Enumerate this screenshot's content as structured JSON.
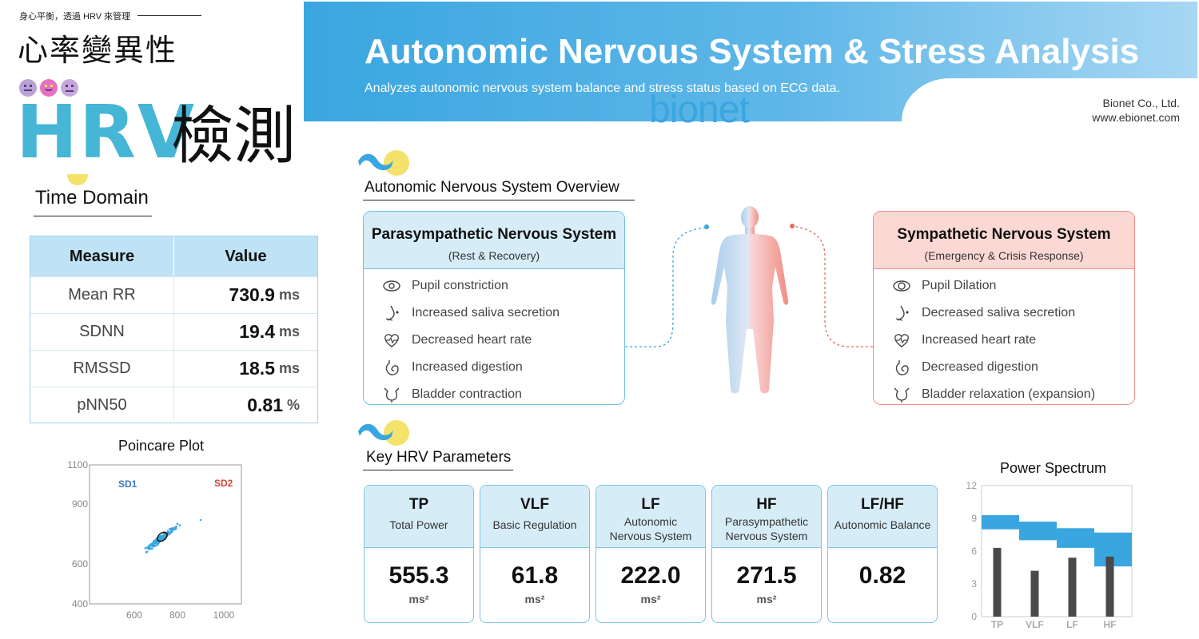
{
  "branding": {
    "kicker": "身心平衡，透過 HRV 來管理",
    "title_cjk": "心率變異性",
    "hrv_word": "HRV",
    "hrv_cjk": "檢測"
  },
  "banner": {
    "title": "Autonomic Nervous System & Stress Analysis",
    "subtitle": "Analyzes autonomic nervous system balance and stress status based on ECG data.",
    "logo_text": "bionet",
    "company": "Bionet Co., Ltd.",
    "website": "www.ebionet.com"
  },
  "time_domain": {
    "title": "Time Domain",
    "headers": [
      "Measure",
      "Value"
    ],
    "rows": [
      {
        "measure": "Mean RR",
        "value": "730.9",
        "unit": "ms"
      },
      {
        "measure": "SDNN",
        "value": "19.4",
        "unit": "ms"
      },
      {
        "measure": "RMSSD",
        "value": "18.5",
        "unit": "ms"
      },
      {
        "measure": "pNN50",
        "value": "0.81",
        "unit": "%"
      }
    ]
  },
  "poincare": {
    "title": "Poincare Plot",
    "sd1_label": "SD1",
    "sd2_label": "SD2",
    "x_ticks": [
      "600",
      "800",
      "1000"
    ],
    "y_ticks": [
      "1100",
      "900",
      "600",
      "400"
    ]
  },
  "overview": {
    "title": "Autonomic Nervous System Overview",
    "parasympathetic": {
      "title": "Parasympathetic Nervous System",
      "subtitle": "(Rest & Recovery)",
      "items": [
        {
          "icon": "eye-icon",
          "label": "Pupil constriction"
        },
        {
          "icon": "saliva-icon",
          "label": "Increased saliva secretion"
        },
        {
          "icon": "heart-icon",
          "label": "Decreased heart rate"
        },
        {
          "icon": "stomach-icon",
          "label": "Increased digestion"
        },
        {
          "icon": "bladder-icon",
          "label": "Bladder contraction"
        }
      ]
    },
    "sympathetic": {
      "title": "Sympathetic Nervous System",
      "subtitle": "(Emergency & Crisis Response)",
      "items": [
        {
          "icon": "eye-icon",
          "label": "Pupil Dilation"
        },
        {
          "icon": "saliva-icon",
          "label": "Decreased saliva secretion"
        },
        {
          "icon": "heart-icon",
          "label": "Increased heart rate"
        },
        {
          "icon": "stomach-icon",
          "label": "Decreased digestion"
        },
        {
          "icon": "bladder-icon",
          "label": "Bladder relaxation (expansion)"
        }
      ]
    }
  },
  "parameters": {
    "title": "Key HRV Parameters",
    "cards": [
      {
        "name": "TP",
        "desc1": "Total Power",
        "desc2": "",
        "value": "555.3",
        "unit": "ms²"
      },
      {
        "name": "VLF",
        "desc1": "Basic Regulation",
        "desc2": "",
        "value": "61.8",
        "unit": "ms²"
      },
      {
        "name": "LF",
        "desc1": "Autonomic",
        "desc2": "Nervous System",
        "value": "222.0",
        "unit": "ms²"
      },
      {
        "name": "HF",
        "desc1": "Parasympathetic",
        "desc2": "Nervous System",
        "value": "271.5",
        "unit": "ms²"
      },
      {
        "name": "LF/HF",
        "desc1": "Autonomic Balance",
        "desc2": "",
        "value": "0.82",
        "unit": ""
      }
    ]
  },
  "power_spectrum": {
    "title": "Power Spectrum",
    "categories": [
      "TP",
      "VLF",
      "LF",
      "HF"
    ],
    "bar_values": [
      6.3,
      4.2,
      5.4,
      5.5
    ],
    "band_ranges": [
      [
        8.0,
        9.3
      ],
      [
        7.0,
        8.7
      ],
      [
        6.3,
        8.1
      ],
      [
        4.6,
        7.7
      ]
    ],
    "y_ticks": [
      "12",
      "9",
      "6",
      "3",
      "0"
    ],
    "ylim": [
      0,
      12
    ],
    "band_color": "#3aa6e0",
    "bar_color": "#4a4a4a"
  },
  "colors": {
    "accent_blue": "#3aa6e0",
    "accent_red": "#e86a5e",
    "hrv_cyan": "#45b6d6"
  }
}
